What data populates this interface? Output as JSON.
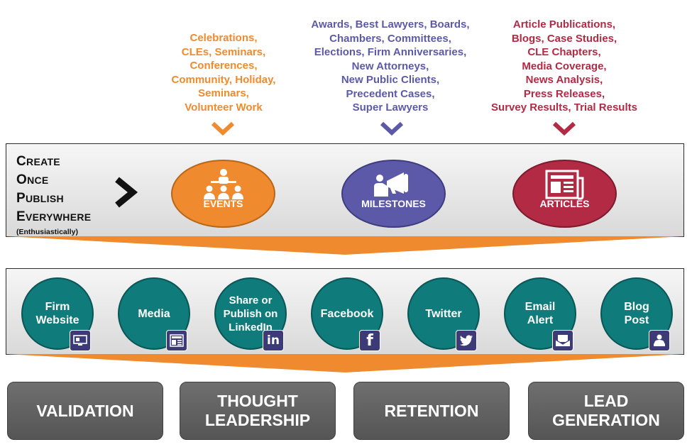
{
  "colors": {
    "events": "#ef8a2e",
    "milestones": "#5c5aa8",
    "articles": "#b22a44",
    "channel": "#0f7b7b",
    "badge": "#3d3a78",
    "outcome": "#5f5f5f",
    "funnel": "#ef8a2e"
  },
  "lists": {
    "events": [
      "Celebrations,",
      "CLEs, Seminars,",
      "Conferences,",
      "Community, Holiday,",
      "Seminars,",
      "Volunteer Work"
    ],
    "milestones": [
      "Awards, Best Lawyers, Boards,",
      "Chambers, Committees,",
      "Elections, Firm Anniversaries,",
      "New Attorneys,",
      "New Public Clients,",
      "Precedent Cases,",
      "Super Lawyers"
    ],
    "articles": [
      "Article Publications,",
      "Blogs, Case Studies,",
      "CLE Chapters,",
      "Media Coverage,",
      "News Analysis,",
      "Press Releases,",
      "Survey Results, Trial Results"
    ]
  },
  "tagline": {
    "words": [
      {
        "first": "C",
        "rest": "REATE"
      },
      {
        "first": "O",
        "rest": "NCE"
      },
      {
        "first": "P",
        "rest": "UBLISH"
      },
      {
        "first": "E",
        "rest": "VERYWHERE"
      }
    ],
    "sub": "(Enthusiastically)"
  },
  "categories": [
    {
      "label": "EVENTS",
      "icon": "audience-presenter-icon"
    },
    {
      "label": "MILESTONES",
      "icon": "megaphone-person-icon"
    },
    {
      "label": "ARTICLES",
      "icon": "newspaper-icon"
    }
  ],
  "channels": [
    {
      "label": "Firm Website",
      "icon": "website-icon"
    },
    {
      "label": "Media",
      "icon": "news-icon"
    },
    {
      "label": "Share or Publish on LinkedIn",
      "icon": "linkedin-icon"
    },
    {
      "label": "Facebook",
      "icon": "facebook-icon"
    },
    {
      "label": "Twitter",
      "icon": "twitter-icon"
    },
    {
      "label": "Email Alert",
      "icon": "email-icon"
    },
    {
      "label": "Blog Post",
      "icon": "blogger-icon"
    }
  ],
  "outcomes": [
    {
      "label": "VALIDATION"
    },
    {
      "label": "THOUGHT LEADERSHIP"
    },
    {
      "label": "RETENTION"
    },
    {
      "label": "LEAD GENERATION"
    }
  ]
}
